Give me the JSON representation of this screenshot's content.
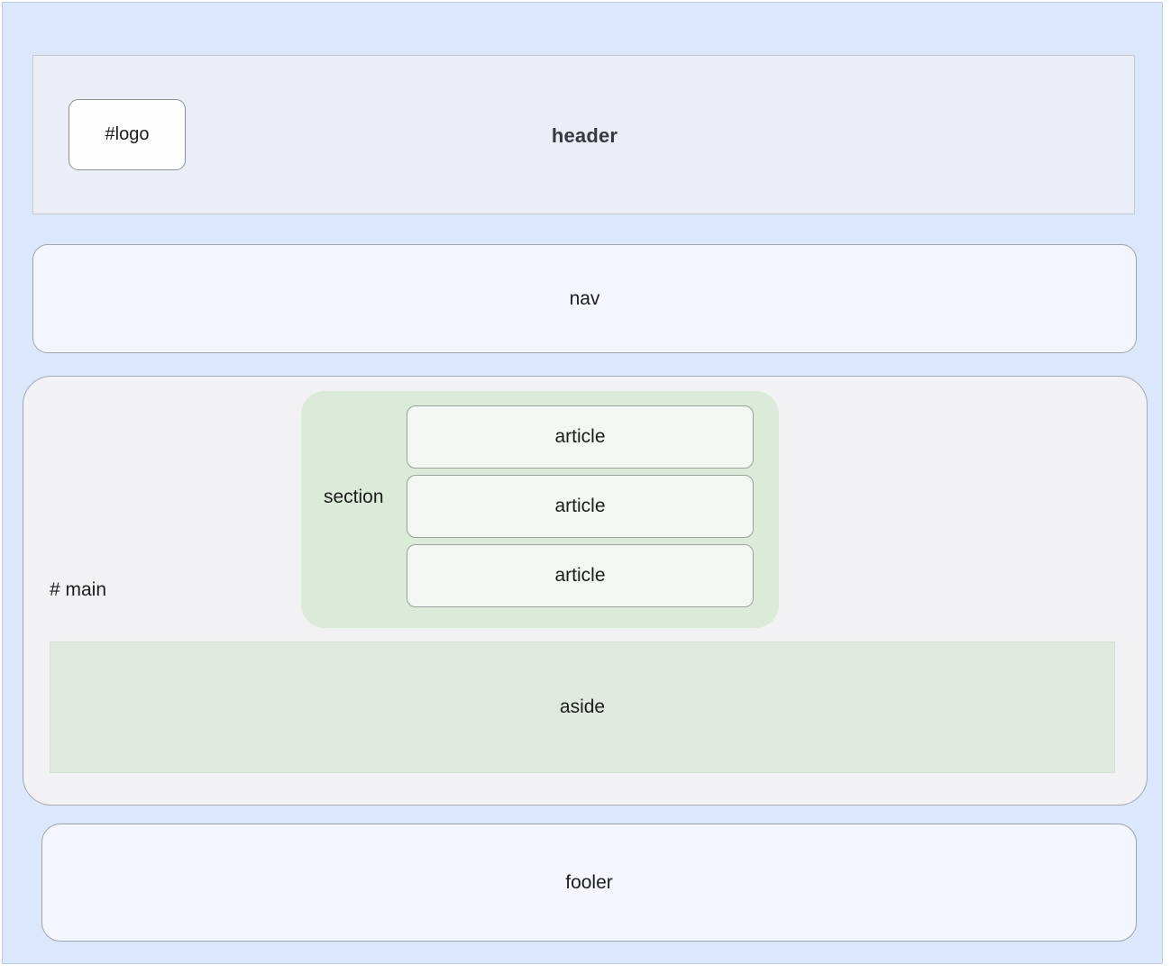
{
  "diagram": {
    "title": "semantic-html-layout-diagram",
    "colors": {
      "page_background": "#dbe7fa",
      "page_border": "#b9cdea",
      "header_fill": "#eaeef7",
      "nav_fill": "#f3f6fe",
      "main_fill": "#f2f2f4",
      "section_fill": "#dcead9",
      "article_fill": "#f2f7f2",
      "aside_fill": "#dfe9dd",
      "footer_fill": "#f3f6fe",
      "logo_fill": "#fdfdfd",
      "text": "#1c1c1c",
      "header_text": "#36393d"
    },
    "header": {
      "label": "header",
      "logo_label": "#logo"
    },
    "nav": {
      "label": "nav"
    },
    "main": {
      "label": "# main",
      "section": {
        "label": "section",
        "articles": [
          {
            "label": "article"
          },
          {
            "label": "article"
          },
          {
            "label": "article"
          }
        ]
      },
      "aside": {
        "label": "aside"
      }
    },
    "footer": {
      "label": "fooler"
    }
  }
}
